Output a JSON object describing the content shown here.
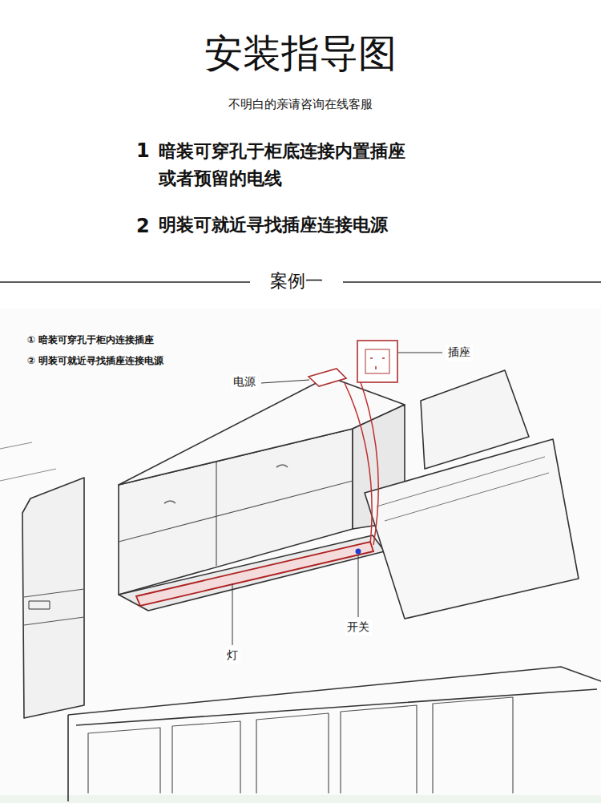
{
  "diagram": {
    "title": "安装指导图",
    "labels": [
      "不明白的亲请咨询在线客服",
      "1",
      "暗装可穿孔于柜底连接内置插座 或者预留的电线",
      "2",
      "明装可就近寻找插座连接电源",
      "案例一",
      "① 暗装可穿孔于柜内连接插座",
      "② 明装可就近寻找插座连接电源",
      "电源",
      "插座",
      "开关",
      "灯"
    ]
  }
}
